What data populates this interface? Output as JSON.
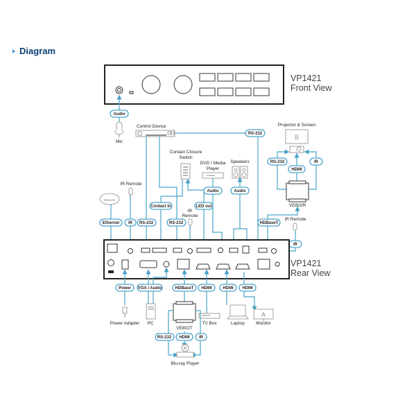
{
  "heading": "Diagram",
  "front": {
    "model": "VP1421",
    "view": "Front View"
  },
  "rear": {
    "model": "VP1421",
    "view": "Rear View"
  },
  "devices": {
    "mic": "Mic",
    "control_device": "Control Device",
    "contact_switch_1": "Contact Closure",
    "contact_switch_2": "Switch",
    "dvd_1": "DVD / Media",
    "dvd_2": "Player",
    "speakers": "Speakers",
    "projector": "Projector & Screen",
    "screen_letter": "B",
    "ve802r": "VE802R",
    "ir_remote_top": "IR Remote",
    "ir_remote_mid_1": "IR",
    "ir_remote_mid_2": "Remote",
    "ir_remote_right": "IR Remote",
    "network": "Network",
    "power_adapter": "Power Adapter",
    "pc": "PC",
    "ve802t": "VE802T",
    "tv_box": "TV Box",
    "laptop": "Laptop",
    "monitor": "Monitor",
    "monitor_letter": "A",
    "bluray": "Blu-ray Player"
  },
  "pills": {
    "audio_mic": "Audio",
    "rs232_control": "RS-232",
    "rs232_proj": "RS-232",
    "hdmi_proj": "HDMI",
    "ir_proj": "IR",
    "audio_dvd": "Audio",
    "audio_spk": "Audio",
    "ethernet": "Ethernet",
    "ir_left": "IR",
    "rs232_left": "RS-232",
    "contact_in": "Contact In",
    "rs232_mid": "RS-232",
    "led_out": "LED out",
    "hdbaset_right": "HDBaseT",
    "ir_right": "IR",
    "power": "Power",
    "vga_audio": "VGA / Audio",
    "hdbaset_bottom": "HDBaseT",
    "hdmi_1": "HDMI",
    "hdmi_2": "HDMI",
    "hdmi_3": "HDMI",
    "rs232_bluray": "RS-232",
    "hdmi_bluray": "HDMI",
    "ir_bluray": "IR"
  },
  "colors": {
    "accent": "#4aa3c9",
    "heading": "#0b3f73"
  }
}
